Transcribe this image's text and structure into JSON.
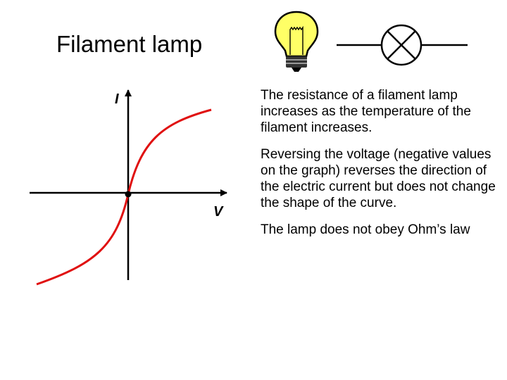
{
  "slide": {
    "title": "Filament lamp",
    "paragraphs": [
      "The resistance of a filament lamp increases as the temperature of the filament increases.",
      "Reversing the voltage (negative values on the graph) reverses the direction of the electric current but does not change the shape of the curve.",
      "The lamp does not obey Ohm’s law"
    ]
  },
  "graph": {
    "y_axis_label": "I",
    "x_axis_label": "V",
    "curve_color": "#e01010",
    "axis_color": "#000000"
  },
  "icons": {
    "bulb": "light-bulb-icon",
    "circuit_symbol": "lamp-circuit-symbol-icon",
    "bulb_glass_color": "#ffff66"
  }
}
